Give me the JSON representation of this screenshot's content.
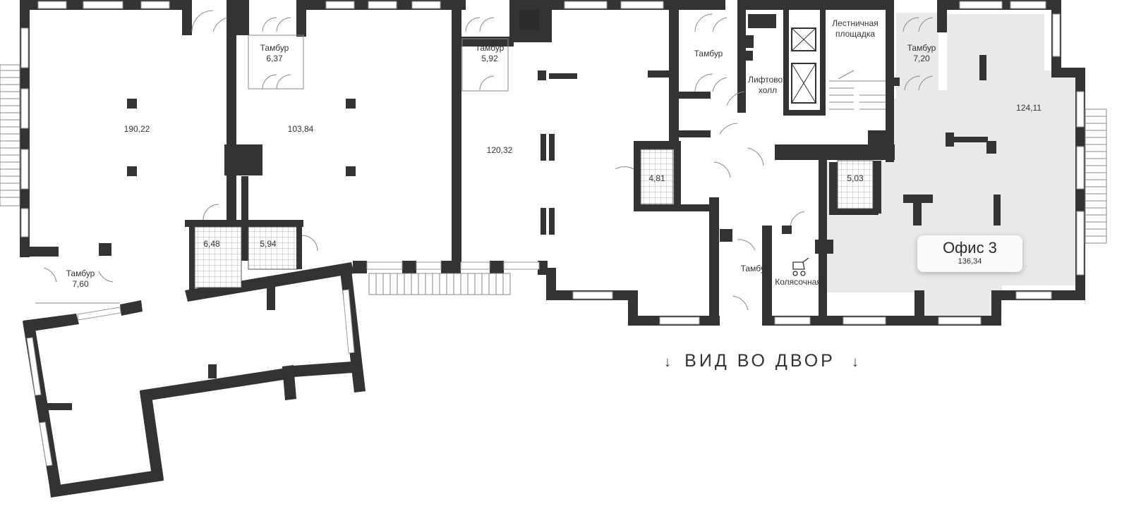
{
  "rooms": {
    "room_190": "190,22",
    "room_103": "103,84",
    "room_120": "120,32",
    "room_124": "124,11",
    "wc_481": "4,81",
    "wc_503": "5,03",
    "wc_648": "6,48",
    "wc_594": "5,94"
  },
  "vestibules": {
    "label": "Тамбур",
    "v_637": "6,37",
    "v_592": "5,92",
    "v_720": "7,20",
    "v_760": "7,60"
  },
  "common": {
    "lift_hall_1": "Лифтовой",
    "lift_hall_2": "холл",
    "stair_1": "Лестничная",
    "stair_2": "площадка",
    "stroller": "Колясочная"
  },
  "office": {
    "name": "Офис 3",
    "area": "136,34"
  },
  "view": {
    "label": "ВИД ВО ДВОР",
    "arrow": "↓"
  },
  "colors": {
    "wall": "#333333",
    "office_highlight": "#e9e9e9",
    "badge_bg": "#fafafa"
  }
}
